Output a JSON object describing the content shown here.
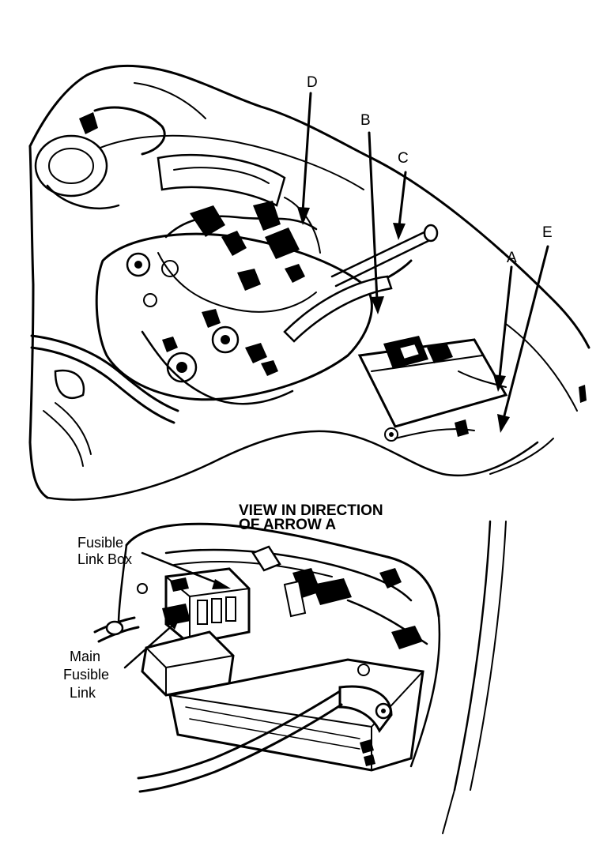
{
  "callouts": {
    "a": "A",
    "b": "B",
    "c": "C",
    "d": "D",
    "e": "E"
  },
  "detail_view": {
    "heading_line1": "VIEW IN DIRECTION",
    "heading_line2": "OF ARROW A",
    "fusible_link_box_line1": "Fusible",
    "fusible_link_box_line2": "Link Box",
    "main_fusible_link_line1": "Main",
    "main_fusible_link_line2": "Fusible",
    "main_fusible_link_line3": "Link"
  }
}
